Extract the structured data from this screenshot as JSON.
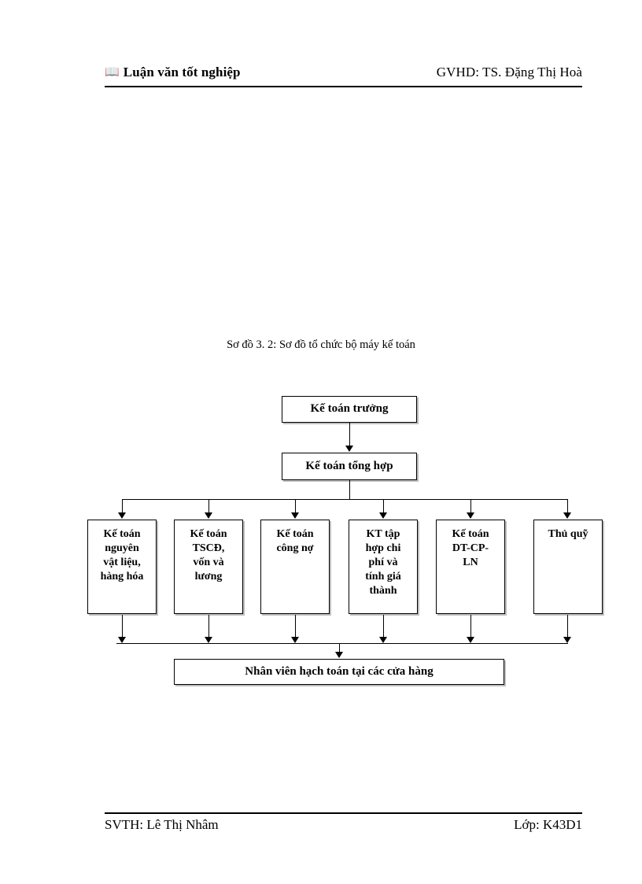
{
  "header": {
    "book_icon": "book-icon",
    "book_glyph": "📖",
    "left_text": "Luận văn tốt nghiệp",
    "right_text": "GVHD: TS. Đặng Thị Hoà"
  },
  "figure": {
    "caption": "Sơ đồ 3. 2: Sơ đồ tổ chức bộ máy kế toán"
  },
  "diagram": {
    "top_nodes": [
      {
        "id": "ke-toan-truong",
        "label": "Kế toán trưởng"
      },
      {
        "id": "ke-toan-tong-hop",
        "label": "Kế toán tổng hợp"
      }
    ],
    "department_nodes": [
      {
        "id": "ke-toan-nguyen-vat-lieu-hang-hoa",
        "label": "Kế toán\nnguyên\nvật liệu,\nhàng hóa"
      },
      {
        "id": "ke-toan-tscd-von-va-luong",
        "label": "Kế toán\nTSCĐ,\nvốn và\nlương"
      },
      {
        "id": "ke-toan-cong-no",
        "label": "Kế toán\ncông nợ"
      },
      {
        "id": "kt-tap-hop-chi-phi-va-tinh-gia-thanh",
        "label": "KT tập\nhợp chi\nphí và\ntính giá\nthành"
      },
      {
        "id": "ke-toan-dt-cp-ln",
        "label": "Kế toán\nDT-CP-\nLN"
      },
      {
        "id": "thu-quy",
        "label": "Thủ quỹ"
      }
    ],
    "bottom_node": {
      "id": "nhan-vien-hach-toan-tai-cac-cua-hang",
      "label": "Nhân viên hạch toán tại các cửa hàng"
    },
    "line_color": "#000000"
  },
  "footer": {
    "left_text": "SVTH: Lê Thị Nhâm",
    "right_text": "Lớp: K43D1"
  }
}
